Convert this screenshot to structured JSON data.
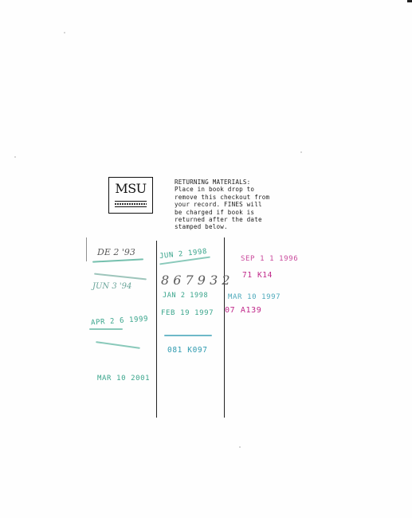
{
  "logo": {
    "text": "MSU"
  },
  "notice": {
    "lines": [
      "RETURNING MATERIALS:",
      "Place in book drop to",
      "remove this checkout from",
      "your record. FINES will",
      "be charged if book is",
      "returned after the date",
      "stamped below."
    ]
  },
  "stamps": {
    "col1": [
      "DE 2 '93",
      "JUN 3 '94",
      "APR 2 6 1999",
      "MAR 10 2001"
    ],
    "col2": [
      "JUN 2 1998",
      "8 6 7 9 3 2",
      "JAN 2 1998",
      "FEB 19 1997",
      "081 K097"
    ],
    "col3": [
      "SEP 1 1 1996",
      "71 K14",
      "MAR 10 1997",
      "07 A139"
    ]
  },
  "colors": {
    "ink_black": "#1b1b1b",
    "stamp_green": "#3aa58c",
    "stamp_teal": "#2f9bb0",
    "stamp_magenta": "#c0288a",
    "pencil_grey": "#5b5b5b"
  }
}
